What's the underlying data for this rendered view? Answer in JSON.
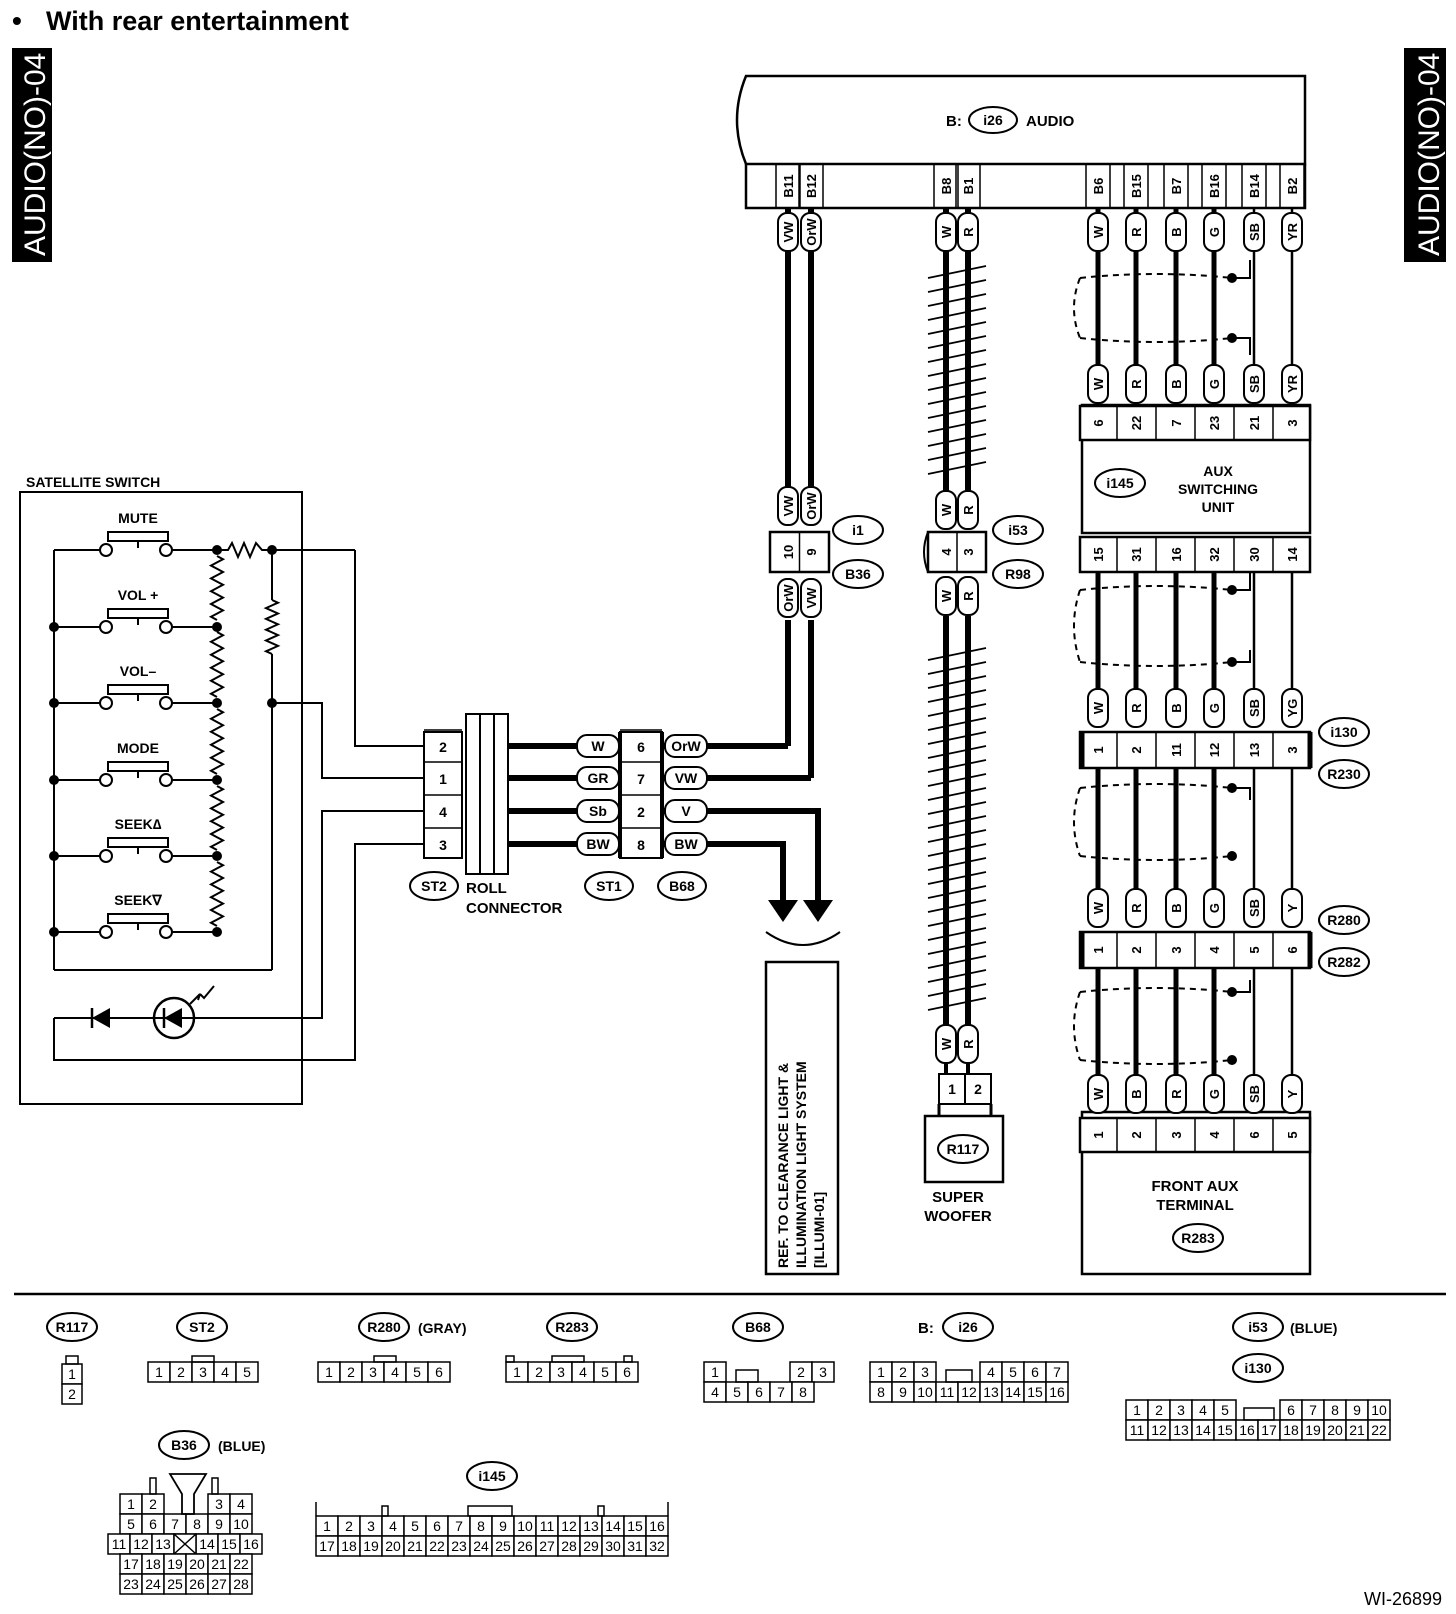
{
  "header": {
    "bullet": "•",
    "title": "With rear entertainment"
  },
  "side_tab": "AUDIO(NO)-04",
  "footer_code": "WI-26899",
  "audio": {
    "prefix": "B:",
    "id": "i26",
    "name": "AUDIO",
    "pins": [
      "B11",
      "B12",
      "B8",
      "B1",
      "B6",
      "B15",
      "B7",
      "B16",
      "B14",
      "B2"
    ],
    "wires": [
      "VW",
      "OrW",
      "W",
      "R",
      "W",
      "R",
      "B",
      "G",
      "SB",
      "YR"
    ]
  },
  "aux_unit": {
    "id": "i145",
    "name": "AUX SWITCHING UNIT",
    "top_wires": [
      "W",
      "R",
      "B",
      "G",
      "SB",
      "YR"
    ],
    "top_pins": [
      "6",
      "22",
      "7",
      "23",
      "21",
      "3"
    ],
    "bottom_pins": [
      "15",
      "31",
      "16",
      "32",
      "30",
      "14"
    ]
  },
  "conn_i130": {
    "ids": [
      "i130",
      "R230"
    ],
    "wires": [
      "W",
      "R",
      "B",
      "G",
      "SB",
      "YG"
    ],
    "pins": [
      "1",
      "2",
      "11",
      "12",
      "13",
      "3"
    ]
  },
  "conn_r280": {
    "ids": [
      "R280",
      "R282"
    ],
    "wires": [
      "W",
      "R",
      "B",
      "G",
      "SB",
      "Y"
    ],
    "pins": [
      "1",
      "2",
      "3",
      "4",
      "5",
      "6"
    ]
  },
  "front_aux": {
    "id": "R283",
    "name": "FRONT AUX TERMINAL",
    "wires": [
      "W",
      "B",
      "R",
      "G",
      "SB",
      "Y"
    ],
    "pins": [
      "1",
      "2",
      "3",
      "4",
      "6",
      "5"
    ]
  },
  "conn_i1": {
    "ids": [
      "i1",
      "B36"
    ],
    "top_wires": [
      "VW",
      "OrW"
    ],
    "pins": [
      "10",
      "9"
    ],
    "bottom_wires": [
      "OrW",
      "VW"
    ]
  },
  "conn_i53": {
    "ids": [
      "i53",
      "R98"
    ],
    "top_wires": [
      "W",
      "R"
    ],
    "pins": [
      "4",
      "3"
    ],
    "bottom_wires": [
      "W",
      "R"
    ]
  },
  "woofer": {
    "id": "R117",
    "name": "SUPER WOOFER",
    "wires": [
      "W",
      "R"
    ],
    "pins": [
      "1",
      "2"
    ]
  },
  "satellite": {
    "title": "SATELLITE SWITCH",
    "buttons": [
      "MUTE",
      "VOL +",
      "VOL–",
      "MODE",
      "SEEK∆",
      "SEEK∇"
    ]
  },
  "st2": {
    "id": "ST2",
    "label": "ROLL CONNECTOR",
    "pins": [
      "2",
      "1",
      "4",
      "3"
    ]
  },
  "st1": {
    "id": "ST1",
    "wires": [
      "W",
      "GR",
      "Sb",
      "BW"
    ],
    "pins": [
      "6",
      "7",
      "2",
      "8"
    ]
  },
  "b68": {
    "id": "B68",
    "wires": [
      "OrW",
      "VW",
      "V",
      "BW"
    ]
  },
  "ref_box": {
    "line1": "REF. TO CLEARANCE LIGHT &",
    "line2": "ILLUMINATION LIGHT SYSTEM",
    "line3": "[ILLUMI-01]"
  },
  "legend": {
    "r117": {
      "id": "R117",
      "rows": [
        [
          "1"
        ],
        [
          "2"
        ]
      ]
    },
    "st2": {
      "id": "ST2",
      "rows": [
        [
          "1",
          "2",
          "3",
          "4",
          "5"
        ]
      ]
    },
    "r280": {
      "id": "R280",
      "note": "(GRAY)",
      "rows": [
        [
          "1",
          "2",
          "3",
          "4",
          "5",
          "6"
        ]
      ]
    },
    "r283": {
      "id": "R283",
      "rows": [
        [
          "1",
          "2",
          "3",
          "4",
          "5",
          "6"
        ]
      ]
    },
    "b68": {
      "id": "B68",
      "rows": [
        [
          "1",
          "2",
          "3"
        ],
        [
          "4",
          "5",
          "6",
          "7",
          "8"
        ]
      ]
    },
    "i26": {
      "prefix": "B:",
      "id": "i26",
      "rows": [
        [
          "1",
          "2",
          "3",
          "4",
          "5",
          "6",
          "7"
        ],
        [
          "8",
          "9",
          "10",
          "11",
          "12",
          "13",
          "14",
          "15",
          "16"
        ]
      ]
    },
    "i53": {
      "id": "i53",
      "note": "(BLUE)"
    },
    "i130": {
      "id": "i130",
      "rows": [
        [
          "1",
          "2",
          "3",
          "4",
          "5",
          "6",
          "7",
          "8",
          "9",
          "10"
        ],
        [
          "11",
          "12",
          "13",
          "14",
          "15",
          "16",
          "17",
          "18",
          "19",
          "20",
          "21",
          "22"
        ]
      ]
    },
    "b36": {
      "id": "B36",
      "note": "(BLUE)",
      "rows": [
        [
          "1",
          "2",
          "3",
          "4"
        ],
        [
          "5",
          "6",
          "7",
          "8",
          "9",
          "10"
        ],
        [
          "11",
          "12",
          "13",
          "14",
          "15",
          "16"
        ],
        [
          "17",
          "18",
          "19",
          "20",
          "21",
          "22"
        ],
        [
          "23",
          "24",
          "25",
          "26",
          "27",
          "28"
        ]
      ]
    },
    "i145": {
      "id": "i145",
      "rows": [
        [
          "1",
          "2",
          "3",
          "4",
          "5",
          "6",
          "7",
          "8",
          "9",
          "10",
          "11",
          "12",
          "13",
          "14",
          "15",
          "16"
        ],
        [
          "17",
          "18",
          "19",
          "20",
          "21",
          "22",
          "23",
          "24",
          "25",
          "26",
          "27",
          "28",
          "29",
          "30",
          "31",
          "32"
        ]
      ]
    }
  }
}
